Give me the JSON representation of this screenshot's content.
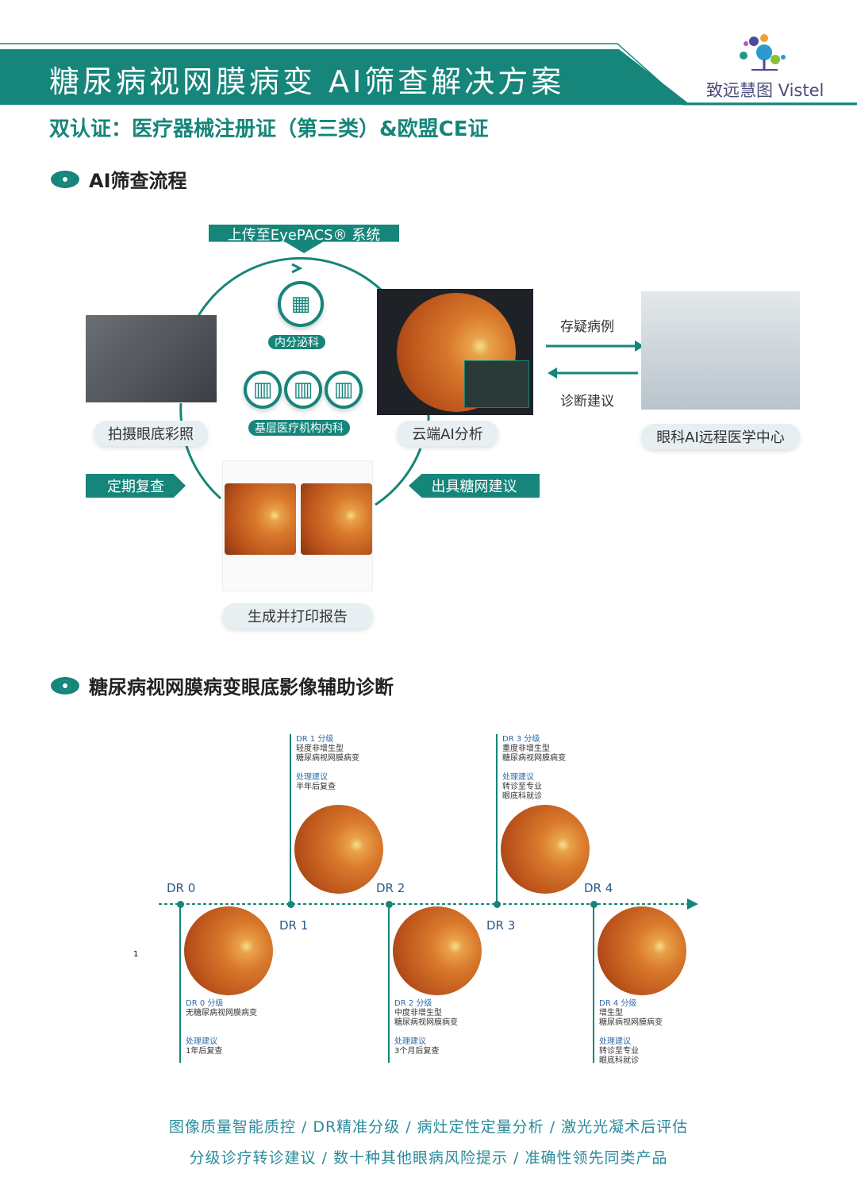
{
  "header": {
    "title": "糖尿病视网膜病变  AI筛查解决方案",
    "subtitle": "双认证：医疗器械注册证（第三类）&欧盟CE证",
    "logo_text": "致远慧图 Vistel"
  },
  "section1": {
    "title": "AI筛查流程",
    "upload_banner": "上传至EyePACS® 系统",
    "endocrine": "内分泌科",
    "primary_care": "基层医疗机构内科",
    "capture": "拍摄眼底彩照",
    "cloud_ai": "云端AI分析",
    "suspicious": "存疑病例",
    "diagnosis_advice": "诊断建议",
    "remote_center": "眼科AI远程医学中心",
    "followup": "定期复查",
    "dr_advice": "出具糖网建议",
    "report": "生成并打印报告"
  },
  "section2": {
    "title": "糖尿病视网膜病变眼底影像辅助诊断",
    "page_marker": "1",
    "advice_label": "处理建议",
    "stages": [
      {
        "label": "DR 0",
        "grade": "DR 0 分级",
        "desc": [
          "无糖尿病视网膜病变"
        ],
        "advice": [
          "1年后复查"
        ]
      },
      {
        "label": "DR 1",
        "grade": "DR 1 分级",
        "desc": [
          "轻度非增生型",
          "糖尿病视网膜病变"
        ],
        "advice": [
          "半年后复查"
        ]
      },
      {
        "label": "DR 2",
        "grade": "DR 2 分级",
        "desc": [
          "中度非增生型",
          "糖尿病视网膜病变"
        ],
        "advice": [
          "3个月后复查"
        ]
      },
      {
        "label": "DR 3",
        "grade": "DR 3 分级",
        "desc": [
          "重度非增生型",
          "糖尿病视网膜病变"
        ],
        "advice": [
          "转诊至专业",
          "眼底科就诊"
        ]
      },
      {
        "label": "DR 4",
        "grade": "DR 4 分级",
        "desc": [
          "增生型",
          "糖尿病视网膜病变"
        ],
        "advice": [
          "转诊至专业",
          "眼底科就诊"
        ]
      }
    ]
  },
  "footer": {
    "line1": "图像质量智能质控 / DR精准分级 / 病灶定性定量分析 / 激光光凝术后评估",
    "line2": "分级诊疗转诊建议 / 数十种其他眼病风险提示 / 准确性领先同类产品"
  },
  "colors": {
    "accent": "#16857a",
    "blue_text": "#2a5a8a"
  }
}
